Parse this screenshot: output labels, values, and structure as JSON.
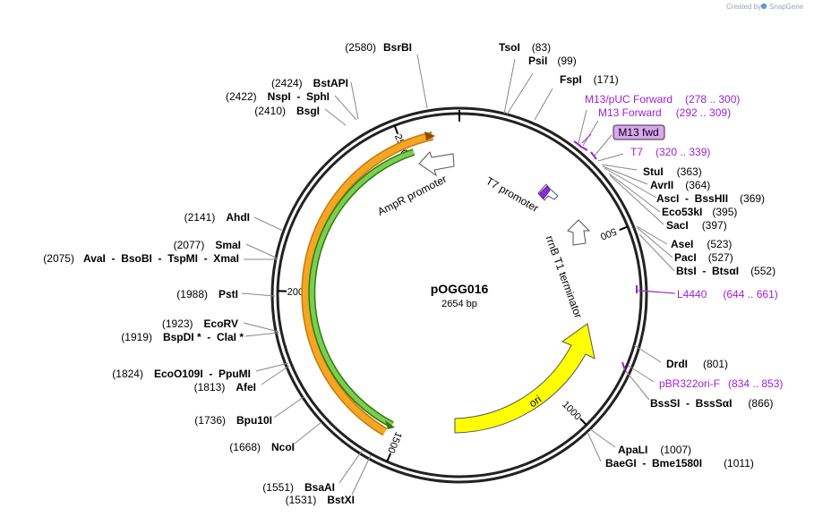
{
  "credit": {
    "text": "Created by",
    "brand": "SnapGene"
  },
  "plasmid": {
    "name": "pOGG016",
    "size": "2654 bp",
    "length": 2654
  },
  "ticks": [
    {
      "bp": 500,
      "label": "500"
    },
    {
      "bp": 1000,
      "label": "1000"
    },
    {
      "bp": 1500,
      "label": "1500"
    },
    {
      "bp": 2000,
      "label": "2000"
    },
    {
      "bp": 2500,
      "label": "2500"
    }
  ],
  "features": [
    {
      "id": "ampr-promoter",
      "label": "AmpR promoter",
      "color": "#ffffff"
    },
    {
      "id": "t7-promoter",
      "label": "T7 promoter",
      "color": "#ffffff"
    },
    {
      "id": "rrnb-t1",
      "label": "rrnB T1 terminator",
      "color": "#ffffff"
    },
    {
      "id": "ori",
      "label": "ori",
      "color": "#ffff00"
    },
    {
      "id": "ampr-orange",
      "label": "",
      "color": "#f5a623"
    },
    {
      "id": "ampr-green",
      "label": "",
      "color": "#4caa2a"
    }
  ],
  "primer_box": {
    "label": "M13 fwd",
    "color": "#d9a6f0"
  },
  "labels": [
    {
      "name": "BsrBI",
      "pos": "(2580)"
    },
    {
      "name": "TsoI",
      "pos": "(83)"
    },
    {
      "name": "PsiI",
      "pos": "(99)"
    },
    {
      "name": "FspI",
      "pos": "(171)"
    },
    {
      "name": "M13/pUC Forward",
      "pos": "(278 .. 300)",
      "primer": true
    },
    {
      "name": "M13 Forward",
      "pos": "(292 .. 309)",
      "primer": true
    },
    {
      "name": "T7",
      "pos": "(320 .. 339)",
      "primer": true
    },
    {
      "name": "StuI",
      "pos": "(363)"
    },
    {
      "name": "AvrII",
      "pos": "(364)"
    },
    {
      "name": "AscI  -  BssHII",
      "pos": "(369)"
    },
    {
      "name": "Eco53kI",
      "pos": "(395)"
    },
    {
      "name": "SacI",
      "pos": "(397)"
    },
    {
      "name": "AseI",
      "pos": "(523)"
    },
    {
      "name": "PacI",
      "pos": "(527)"
    },
    {
      "name": "BtsI  -  BtsαI",
      "pos": "(552)"
    },
    {
      "name": "L4440",
      "pos": "(644 .. 661)",
      "primer": true
    },
    {
      "name": "DrdI",
      "pos": "(801)"
    },
    {
      "name": "pBR322ori-F",
      "pos": "(834 .. 853)",
      "primer": true
    },
    {
      "name": "BssSI  -  BssSαI",
      "pos": "(866)"
    },
    {
      "name": "ApaLI",
      "pos": "(1007)"
    },
    {
      "name": "BaeGI  -  Bme1580I",
      "pos": "(1011)"
    },
    {
      "name": "BsaAI",
      "pos": "(1551)"
    },
    {
      "name": "BstXI",
      "pos": "(1531)"
    },
    {
      "name": "NcoI",
      "pos": "(1668)"
    },
    {
      "name": "Bpu10I",
      "pos": "(1736)"
    },
    {
      "name": "AfeI",
      "pos": "(1813)"
    },
    {
      "name": "EcoO109I  -  PpuMI",
      "pos": "(1824)"
    },
    {
      "name": "BspDI *  -  ClaI *",
      "pos": "(1919)"
    },
    {
      "name": "EcoRV",
      "pos": "(1923)"
    },
    {
      "name": "PstI",
      "pos": "(1988)"
    },
    {
      "name": "AvaI  -  BsoBI  -  TspMI  -  XmaI",
      "pos": "(2075)"
    },
    {
      "name": "SmaI",
      "pos": "(2077)"
    },
    {
      "name": "AhdI",
      "pos": "(2141)"
    },
    {
      "name": "BsgI",
      "pos": "(2410)"
    },
    {
      "name": "NspI  -  SphI",
      "pos": "(2422)"
    },
    {
      "name": "BstAPI",
      "pos": "(2424)"
    }
  ]
}
